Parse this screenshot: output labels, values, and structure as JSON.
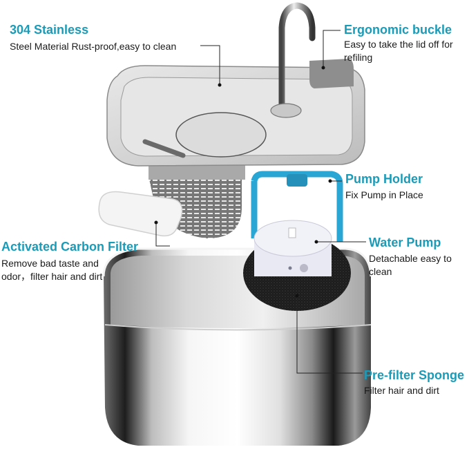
{
  "theme": {
    "title_color": "#1a9bb8",
    "text_color": "#1a1a1a",
    "pump_holder_color": "#2aa6d4",
    "leader_color": "#222222"
  },
  "callouts": [
    {
      "id": "stainless",
      "title": "304 Stainless",
      "desc": "Steel Material Rust-proof,easy to clean"
    },
    {
      "id": "buckle",
      "title": "Ergonomic buckle",
      "desc": "Easy to take the lid off for refiling"
    },
    {
      "id": "pump_holder",
      "title": "Pump Holder",
      "desc": "Fix Pump in Place"
    },
    {
      "id": "carbon_filter",
      "title": "Activated Carbon Filter",
      "desc": "Remove bad taste and odor，filter hair and dirt"
    },
    {
      "id": "water_pump",
      "title": "Water Pump",
      "desc": "Detachable easy to clean"
    },
    {
      "id": "sponge",
      "title": "Pre-filter Sponge",
      "desc": "Filter hair and dirt"
    }
  ],
  "product": {
    "parts": [
      "faucet",
      "lid-tray",
      "buckle",
      "filter-basket",
      "carbon-filter",
      "pump-holder",
      "water-pump",
      "pre-filter-sponge",
      "water-tank"
    ]
  }
}
